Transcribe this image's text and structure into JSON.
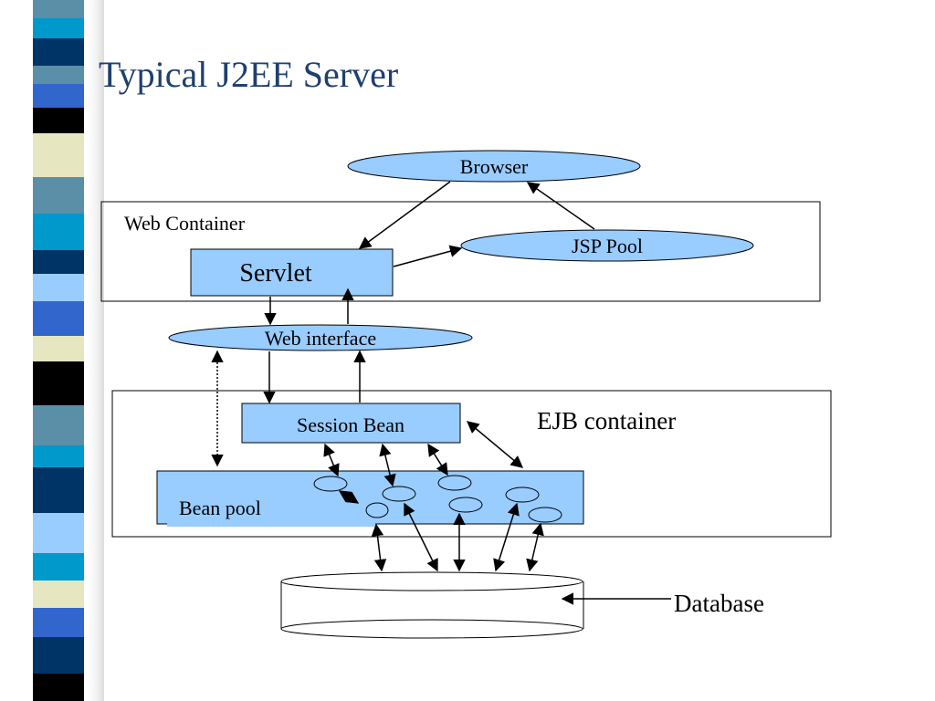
{
  "title": "Typical J2EE Server",
  "colors": {
    "title": "#1f3f6e",
    "node_fill": "#99ccff",
    "stripe": [
      "#5b8fa8",
      "#003366",
      "#3366cc",
      "#000000",
      "#e6e6c0",
      "#0099cc",
      "#99ccff",
      "#336699"
    ]
  },
  "diagram": {
    "browser": "Browser",
    "web_container": "Web Container",
    "jsp_pool": "JSP Pool",
    "servlet": "Servlet",
    "web_interface": "Web interface",
    "session_bean": "Session Bean",
    "ejb_container": "EJB container",
    "bean_pool": "Bean pool",
    "database": "Database"
  }
}
